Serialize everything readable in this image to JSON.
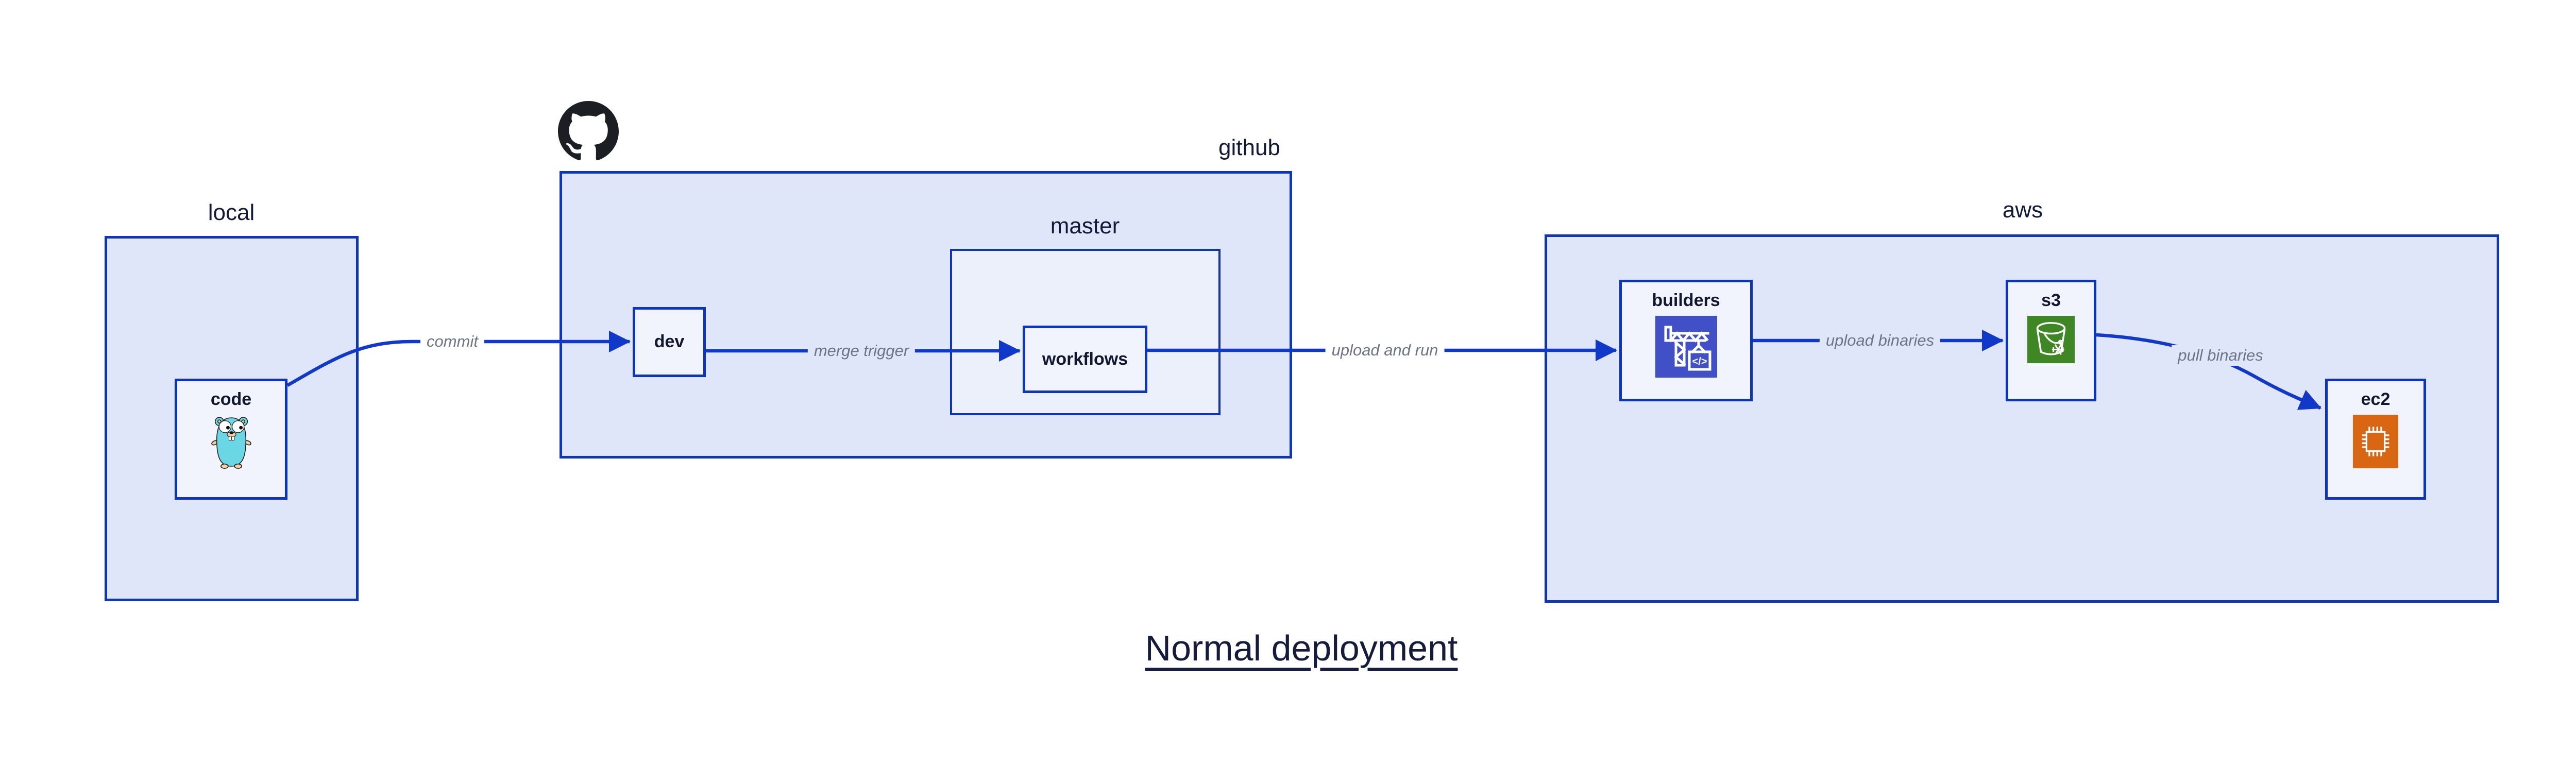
{
  "title": {
    "text": "Normal deployment"
  },
  "containers": {
    "local": {
      "label": "local"
    },
    "github": {
      "label": "github",
      "logo_icon": "github-octocat-icon"
    },
    "master": {
      "label": "master"
    },
    "aws": {
      "label": "aws"
    }
  },
  "nodes": {
    "code": {
      "label": "code",
      "icon": "go-gopher-icon"
    },
    "dev": {
      "label": "dev"
    },
    "workflows": {
      "label": "workflows"
    },
    "builders": {
      "label": "builders",
      "icon": "aws-codebuild-icon"
    },
    "s3": {
      "label": "s3",
      "icon": "aws-s3-glacier-icon"
    },
    "ec2": {
      "label": "ec2",
      "icon": "aws-ec2-icon"
    }
  },
  "edges": [
    {
      "from": "code",
      "to": "dev",
      "label": "commit"
    },
    {
      "from": "dev",
      "to": "workflows",
      "label": "merge trigger"
    },
    {
      "from": "workflows",
      "to": "builders",
      "label": "upload and run"
    },
    {
      "from": "builders",
      "to": "s3",
      "label": "upload binaries"
    },
    {
      "from": "s3",
      "to": "ec2",
      "label": "pull binaries"
    }
  ],
  "colors": {
    "border_blue": "#0d35bb",
    "arrow_blue": "#1139c9",
    "container_fill": "#e0e6f9",
    "subcontainer_fill": "#ecf0fa",
    "node_fill": "#f1f4fc",
    "label_dark": "#10172f",
    "edge_label_gray": "#6d7585",
    "codebuild_indigo": "#4250c8",
    "s3_green": "#3f8624",
    "ec2_orange": "#d86613",
    "gopher_teal": "#6cd7e4",
    "octocat_black": "#1b1f23"
  }
}
